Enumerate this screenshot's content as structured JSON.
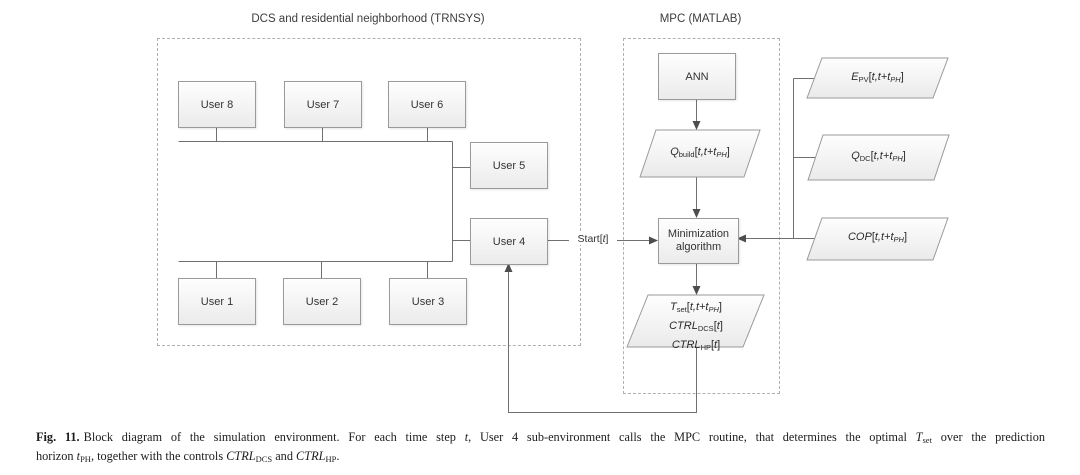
{
  "figure": {
    "trnsys": {
      "title": "DCS and residential neighborhood (TRNSYS)",
      "users": {
        "u1": "User 1",
        "u2": "User 2",
        "u3": "User 3",
        "u4": "User 4",
        "u5": "User 5",
        "u6": "User 6",
        "u7": "User 7",
        "u8": "User 8"
      }
    },
    "mpc": {
      "title": "MPC (MATLAB)",
      "ann_label": "ANN",
      "minimization": {
        "line1": "Minimization",
        "line2": "algorithm"
      },
      "qbuild": {
        "base": "Q",
        "sub": "build",
        "br1": "[",
        "targ": "t,t+t",
        "tsub": "PH",
        "br2": "]"
      },
      "outputs": {
        "tset": {
          "base": "T",
          "sub": "set",
          "br1": "[",
          "targ": "t,t+t",
          "tsub": "PH",
          "br2": "]"
        },
        "ctrldcs": {
          "base": "CTRL",
          "sub": "DCS",
          "br1": "[",
          "targ": "t",
          "br2": "]"
        },
        "ctrlhp": {
          "base": "CTRL",
          "sub": "HP",
          "br1": "[",
          "targ": "t",
          "br2": "]"
        }
      }
    },
    "inputs": {
      "epv": {
        "base": "E",
        "sub": "PV",
        "br1": "[",
        "targ": "t,t+t",
        "tsub": "PH",
        "br2": "]"
      },
      "qdc": {
        "base": "Q",
        "sub": "DC",
        "br1": "[",
        "targ": "t,t+t",
        "tsub": "PH",
        "br2": "]"
      },
      "cop": {
        "base": "COP",
        "br1": "[",
        "targ": "t,t+t",
        "tsub": "PH",
        "br2": "]"
      }
    },
    "start": {
      "pre": "Start[",
      "t": "t",
      "post": "]"
    },
    "caption": {
      "line1": {
        "fig": "Fig. 11.",
        "s1": "Block diagram of the simulation environment. For each time step ",
        "t": "t",
        "s2": ", User 4 sub-environment calls the MPC routine, that determines the optimal ",
        "T": "T",
        "Tsub": "set",
        "s3": " over the prediction"
      },
      "line2": {
        "s1": "horizon ",
        "t": "t",
        "tsub": "PH",
        "s2": ", together with the controls ",
        "c1": "CTRL",
        "c1sub": "DCS",
        "s3": " and ",
        "c2": "CTRL",
        "c2sub": "HP",
        "s4": "."
      }
    },
    "colors": {
      "line": "#707070",
      "arrowhead": "#4d4d4d",
      "box_border": "#9a9a9a",
      "box_fill_top": "#fefefe",
      "box_fill_bottom": "#ebebeb",
      "dashed_border": "#b0b0b0",
      "text": "#333333"
    }
  }
}
